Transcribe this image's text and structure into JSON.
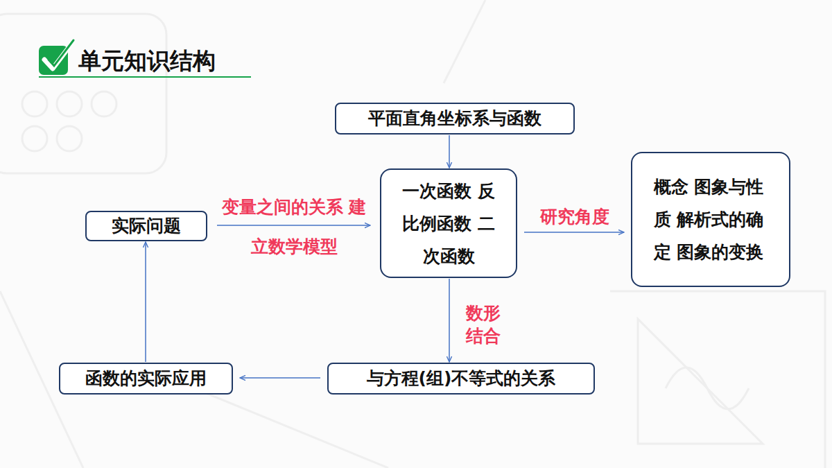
{
  "diagram": {
    "title": "单元知识结构",
    "nodes": [
      {
        "text": [
          "平面直角坐标系与函数"
        ]
      },
      {
        "text": [
          "实际问题"
        ]
      },
      {
        "text": [
          "一次函数 反比例函数 二次函数"
        ]
      },
      {
        "text": [
          "概念 图象与性质 解析式的确定 图象的变换"
        ]
      },
      {
        "text": [
          "与方程(组)不等式的关系"
        ]
      },
      {
        "text": [
          "函数的实际应用"
        ]
      }
    ],
    "edges": [
      {
        "from": 0,
        "to": 2,
        "arrow": "to"
      },
      {
        "from": 1,
        "to": 2,
        "label": "变量之间的关系 建立数学模型",
        "arrow": "to"
      },
      {
        "from": 2,
        "to": 3,
        "label": "研究角度",
        "arrow": "to"
      },
      {
        "from": 2,
        "to": 4,
        "label": "数形结合",
        "arrow": "to"
      },
      {
        "from": 4,
        "to": 5,
        "arrow": "to"
      },
      {
        "from": 5,
        "to": 1,
        "arrow": "to"
      }
    ]
  }
}
